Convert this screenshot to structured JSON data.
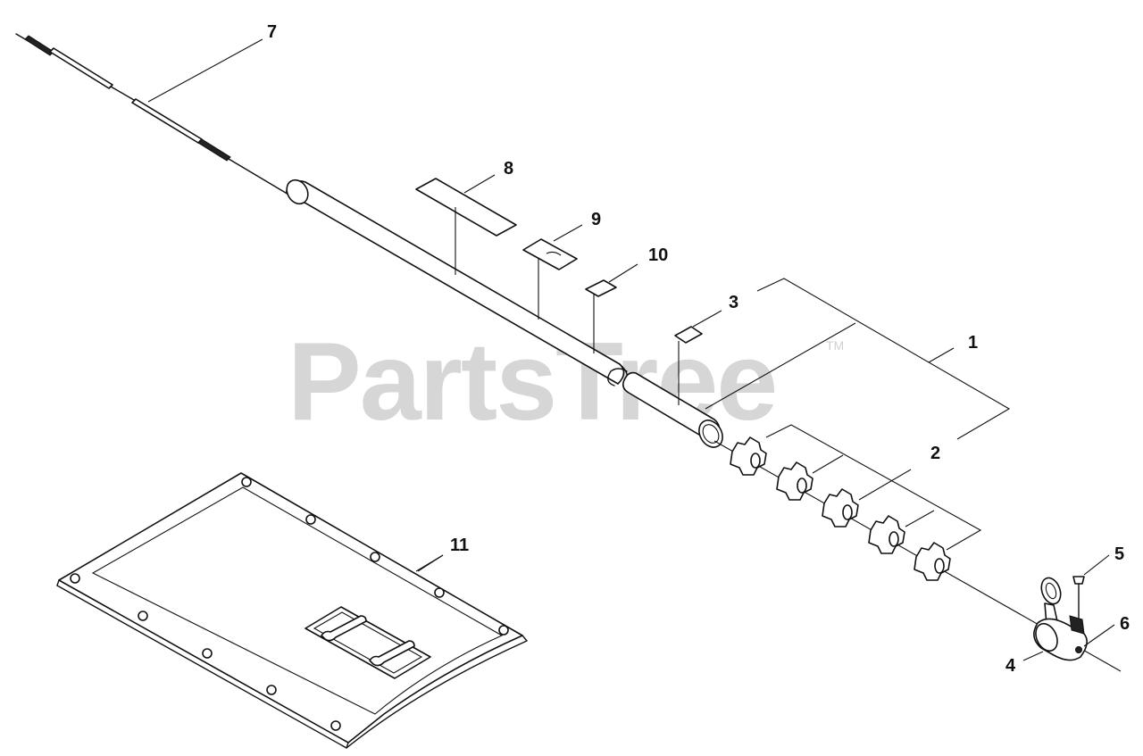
{
  "diagram": {
    "watermark": {
      "text": "PartsTree",
      "trademark": "TM"
    },
    "callouts": [
      {
        "id": "1",
        "label": "1"
      },
      {
        "id": "2",
        "label": "2"
      },
      {
        "id": "3",
        "label": "3"
      },
      {
        "id": "4",
        "label": "4"
      },
      {
        "id": "5",
        "label": "5"
      },
      {
        "id": "6",
        "label": "6"
      },
      {
        "id": "7",
        "label": "7"
      },
      {
        "id": "8",
        "label": "8"
      },
      {
        "id": "9",
        "label": "9"
      },
      {
        "id": "10",
        "label": "10"
      },
      {
        "id": "11",
        "label": "11"
      }
    ]
  }
}
